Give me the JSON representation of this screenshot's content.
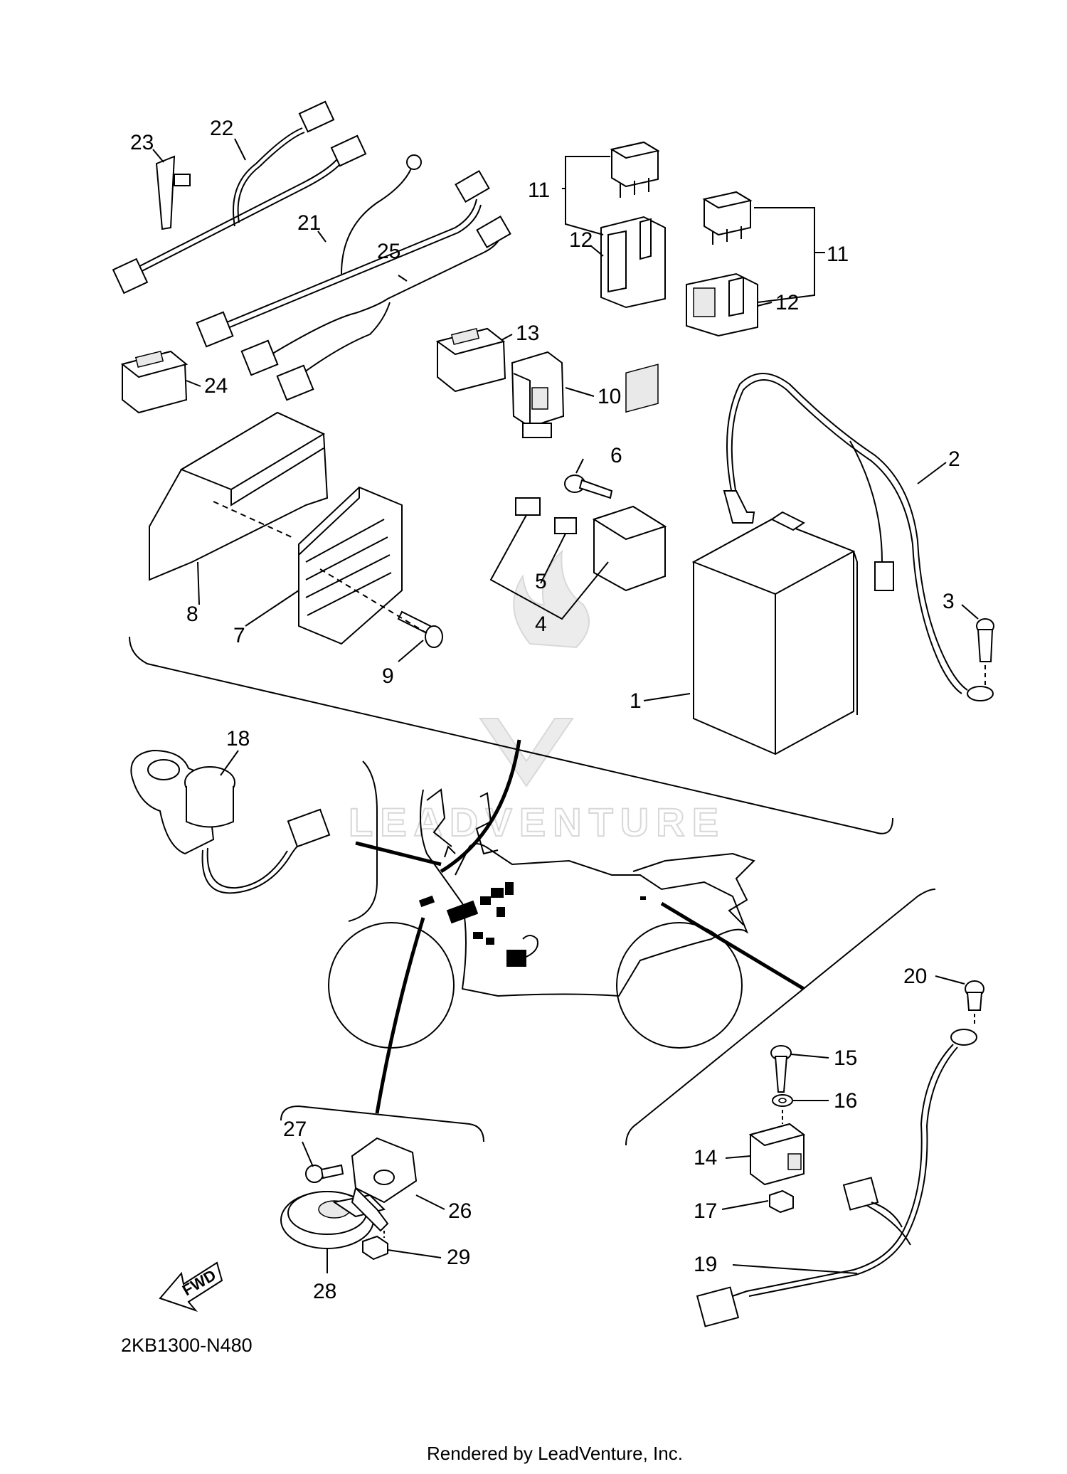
{
  "diagram": {
    "callouts": [
      "1",
      "2",
      "3",
      "4",
      "5",
      "6",
      "7",
      "8",
      "9",
      "10",
      "11",
      "12",
      "13",
      "14",
      "15",
      "16",
      "17",
      "18",
      "19",
      "20",
      "21",
      "22",
      "23",
      "24",
      "25",
      "26",
      "27",
      "28",
      "29"
    ],
    "second_callouts": {
      "11": "11",
      "12": "12"
    },
    "drawing_code": "2KB1300-N480",
    "fwd_label": "FWD",
    "footer": "Rendered by LeadVenture, Inc.",
    "watermark": "LEADVENTURE"
  }
}
